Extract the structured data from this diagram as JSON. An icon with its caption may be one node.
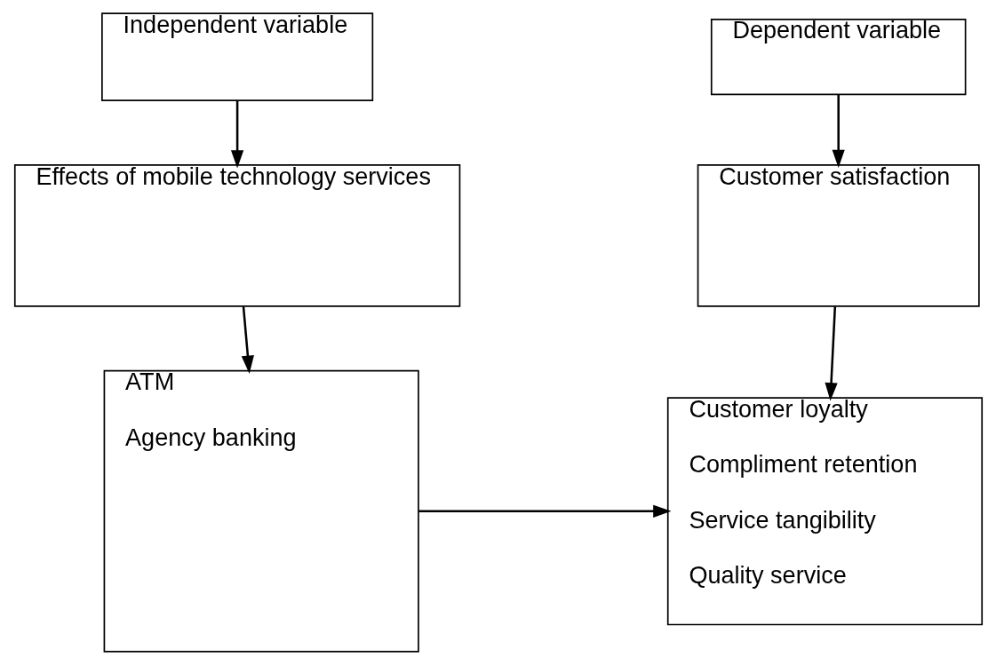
{
  "diagram": {
    "nodes": [
      {
        "text": [
          "Independent variable"
        ]
      },
      {
        "text": [
          "Effects of mobile technology services"
        ]
      },
      {
        "text": [
          "ATM",
          "Agency banking"
        ]
      },
      {
        "text": [
          "Dependent variable"
        ]
      },
      {
        "text": [
          "Customer satisfaction"
        ]
      },
      {
        "text": [
          "Customer loyalty",
          "Compliment retention",
          "Service tangibility",
          "Quality service"
        ]
      }
    ],
    "edges": [
      {
        "from": 0,
        "to": 1,
        "arrow": "to"
      },
      {
        "from": 1,
        "to": 2,
        "arrow": "to"
      },
      {
        "from": 3,
        "to": 4,
        "arrow": "to"
      },
      {
        "from": 4,
        "to": 5,
        "arrow": "to"
      },
      {
        "from": 2,
        "to": 5,
        "arrow": "to"
      }
    ]
  }
}
